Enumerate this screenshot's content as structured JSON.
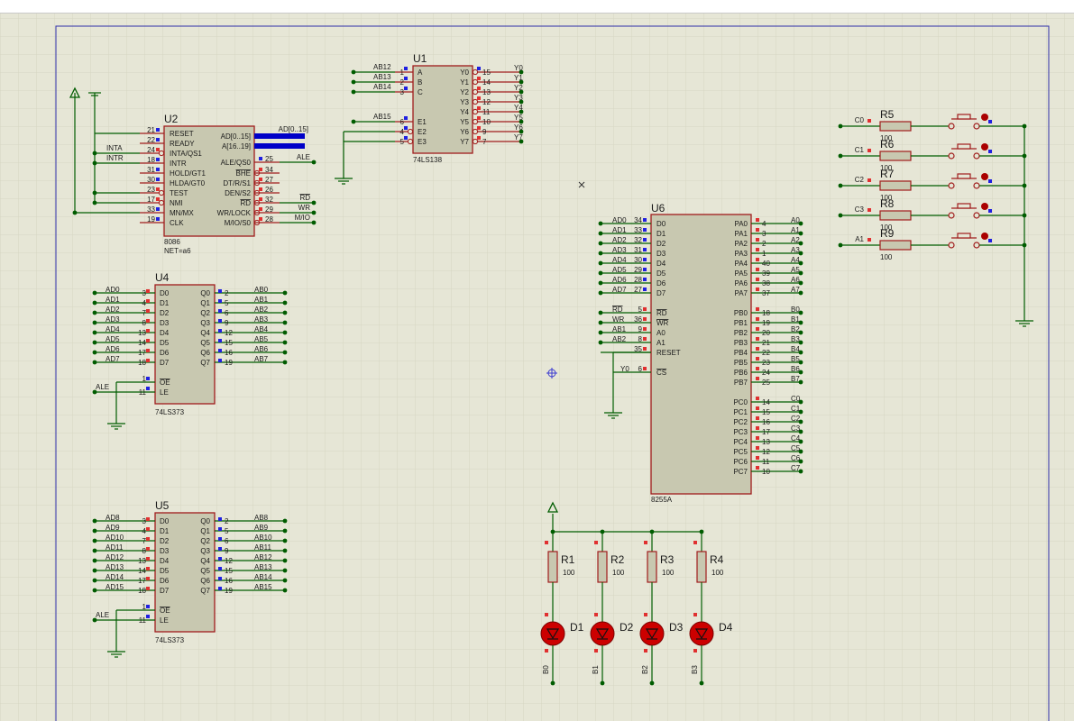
{
  "colors": {
    "background": "#e6e6d6",
    "grid": "#d4d4c0",
    "sheet_border": "#2f2fa8",
    "wire": "#005c00",
    "component_body": "#c8c8b0",
    "component_border": "#a01c1c",
    "bus": "#0000c8",
    "pin_red": "#e03030",
    "pin_blue": "#2020e0",
    "led": "#cc0000"
  },
  "icons": {
    "power": "power-terminal-icon",
    "ground": "ground-terminal-icon",
    "cursor": "cursor-marker-icon",
    "origin": "origin-marker-icon"
  },
  "u2": {
    "ref": "U2",
    "type": "8086",
    "net": "NET=a6",
    "left_pins": [
      {
        "num": "21",
        "name": "RESET",
        "net": ""
      },
      {
        "num": "22",
        "name": "READY",
        "net": ""
      },
      {
        "num": "24",
        "name": "INTA/QS1",
        "net": "INTA"
      },
      {
        "num": "18",
        "name": "INTR",
        "net": "INTR"
      },
      {
        "num": "31",
        "name": "HOLD/GT1",
        "net": ""
      },
      {
        "num": "30",
        "name": "HLDA/GT0",
        "net": ""
      },
      {
        "num": "23",
        "name": "TEST",
        "net": ""
      },
      {
        "num": "17",
        "name": "NMI",
        "net": ""
      },
      {
        "num": "33",
        "name": "MN/MX",
        "net": ""
      },
      {
        "num": "19",
        "name": "CLK",
        "net": ""
      }
    ],
    "right_pins": [
      {
        "num": "",
        "name": "AD[0..15]",
        "net": "AD[0..15]"
      },
      {
        "num": "",
        "name": "A[16..19]",
        "net": ""
      },
      {
        "num": "25",
        "name": "ALE/QS0",
        "net": "ALE"
      },
      {
        "num": "34",
        "name": "BHE",
        "net": ""
      },
      {
        "num": "27",
        "name": "DT/R/S1",
        "net": ""
      },
      {
        "num": "26",
        "name": "DEN/S2",
        "net": ""
      },
      {
        "num": "32",
        "name": "RD",
        "net": "RD"
      },
      {
        "num": "29",
        "name": "WR/LOCK",
        "net": "WR"
      },
      {
        "num": "28",
        "name": "M/IO/S0",
        "net": "M/IO"
      }
    ]
  },
  "u1": {
    "ref": "U1",
    "type": "74LS138",
    "left_pins": [
      {
        "num": "1",
        "name": "A",
        "net": "AB12"
      },
      {
        "num": "2",
        "name": "B",
        "net": "AB13"
      },
      {
        "num": "3",
        "name": "C",
        "net": "AB14"
      },
      {
        "num": "6",
        "name": "E1",
        "net": "AB15"
      },
      {
        "num": "4",
        "name": "E2",
        "net": ""
      },
      {
        "num": "5",
        "name": "E3",
        "net": ""
      }
    ],
    "right_pins": [
      {
        "num": "15",
        "name": "Y0",
        "net": "Y0"
      },
      {
        "num": "14",
        "name": "Y1",
        "net": "Y1"
      },
      {
        "num": "13",
        "name": "Y2",
        "net": "Y2"
      },
      {
        "num": "12",
        "name": "Y3",
        "net": "Y3"
      },
      {
        "num": "11",
        "name": "Y4",
        "net": "Y4"
      },
      {
        "num": "10",
        "name": "Y5",
        "net": "Y5"
      },
      {
        "num": "9",
        "name": "Y6",
        "net": "Y6"
      },
      {
        "num": "7",
        "name": "Y7",
        "net": "Y7"
      }
    ]
  },
  "u4": {
    "ref": "U4",
    "type": "74LS373",
    "data_pins": [
      {
        "in_net": "AD0",
        "in_num": "3",
        "in_name": "D0",
        "out_name": "Q0",
        "out_num": "2",
        "out_net": "AB0"
      },
      {
        "in_net": "AD1",
        "in_num": "4",
        "in_name": "D1",
        "out_name": "Q1",
        "out_num": "5",
        "out_net": "AB1"
      },
      {
        "in_net": "AD2",
        "in_num": "7",
        "in_name": "D2",
        "out_name": "Q2",
        "out_num": "6",
        "out_net": "AB2"
      },
      {
        "in_net": "AD3",
        "in_num": "8",
        "in_name": "D3",
        "out_name": "Q3",
        "out_num": "9",
        "out_net": "AB3"
      },
      {
        "in_net": "AD4",
        "in_num": "13",
        "in_name": "D4",
        "out_name": "Q4",
        "out_num": "12",
        "out_net": "AB4"
      },
      {
        "in_net": "AD5",
        "in_num": "14",
        "in_name": "D5",
        "out_name": "Q5",
        "out_num": "15",
        "out_net": "AB5"
      },
      {
        "in_net": "AD6",
        "in_num": "17",
        "in_name": "D6",
        "out_name": "Q6",
        "out_num": "16",
        "out_net": "AB6"
      },
      {
        "in_net": "AD7",
        "in_num": "18",
        "in_name": "D7",
        "out_name": "Q7",
        "out_num": "19",
        "out_net": "AB7"
      }
    ],
    "ctrl_pins": [
      {
        "num": "1",
        "name": "OE",
        "net": ""
      },
      {
        "num": "11",
        "name": "LE",
        "net": "ALE"
      }
    ]
  },
  "u5": {
    "ref": "U5",
    "type": "74LS373",
    "data_pins": [
      {
        "in_net": "AD8",
        "in_num": "3",
        "in_name": "D0",
        "out_name": "Q0",
        "out_num": "2",
        "out_net": "AB8"
      },
      {
        "in_net": "AD9",
        "in_num": "4",
        "in_name": "D1",
        "out_name": "Q1",
        "out_num": "5",
        "out_net": "AB9"
      },
      {
        "in_net": "AD10",
        "in_num": "7",
        "in_name": "D2",
        "out_name": "Q2",
        "out_num": "6",
        "out_net": "AB10"
      },
      {
        "in_net": "AD11",
        "in_num": "8",
        "in_name": "D3",
        "out_name": "Q3",
        "out_num": "9",
        "out_net": "AB11"
      },
      {
        "in_net": "AD12",
        "in_num": "13",
        "in_name": "D4",
        "out_name": "Q4",
        "out_num": "12",
        "out_net": "AB12"
      },
      {
        "in_net": "AD13",
        "in_num": "14",
        "in_name": "D5",
        "out_name": "Q5",
        "out_num": "15",
        "out_net": "AB13"
      },
      {
        "in_net": "AD14",
        "in_num": "17",
        "in_name": "D6",
        "out_name": "Q6",
        "out_num": "16",
        "out_net": "AB14"
      },
      {
        "in_net": "AD15",
        "in_num": "18",
        "in_name": "D7",
        "out_name": "Q7",
        "out_num": "19",
        "out_net": "AB15"
      }
    ],
    "ctrl_pins": [
      {
        "num": "1",
        "name": "OE",
        "net": ""
      },
      {
        "num": "11",
        "name": "LE",
        "net": "ALE"
      }
    ]
  },
  "u6": {
    "ref": "U6",
    "type": "8255A",
    "data_pins": [
      {
        "num": "34",
        "name": "D0",
        "net": "AD0"
      },
      {
        "num": "33",
        "name": "D1",
        "net": "AD1"
      },
      {
        "num": "32",
        "name": "D2",
        "net": "AD2"
      },
      {
        "num": "31",
        "name": "D3",
        "net": "AD3"
      },
      {
        "num": "30",
        "name": "D4",
        "net": "AD4"
      },
      {
        "num": "29",
        "name": "D5",
        "net": "AD5"
      },
      {
        "num": "28",
        "name": "D6",
        "net": "AD6"
      },
      {
        "num": "27",
        "name": "D7",
        "net": "AD7"
      }
    ],
    "ctrl_pins": [
      {
        "num": "5",
        "name": "RD",
        "net": "RD"
      },
      {
        "num": "36",
        "name": "WR",
        "net": "WR"
      },
      {
        "num": "9",
        "name": "A0",
        "net": "AB1"
      },
      {
        "num": "8",
        "name": "A1",
        "net": "AB2"
      },
      {
        "num": "35",
        "name": "RESET",
        "net": ""
      },
      {
        "num": "6",
        "name": "CS",
        "net": "Y0"
      }
    ],
    "pa_pins": [
      {
        "num": "4",
        "name": "PA0",
        "net": "A0"
      },
      {
        "num": "3",
        "name": "PA1",
        "net": "A1"
      },
      {
        "num": "2",
        "name": "PA2",
        "net": "A2"
      },
      {
        "num": "1",
        "name": "PA3",
        "net": "A3"
      },
      {
        "num": "40",
        "name": "PA4",
        "net": "A4"
      },
      {
        "num": "39",
        "name": "PA5",
        "net": "A5"
      },
      {
        "num": "38",
        "name": "PA6",
        "net": "A6"
      },
      {
        "num": "37",
        "name": "PA7",
        "net": "A7"
      }
    ],
    "pb_pins": [
      {
        "num": "18",
        "name": "PB0",
        "net": "B0"
      },
      {
        "num": "19",
        "name": "PB1",
        "net": "B1"
      },
      {
        "num": "20",
        "name": "PB2",
        "net": "B2"
      },
      {
        "num": "21",
        "name": "PB3",
        "net": "B3"
      },
      {
        "num": "22",
        "name": "PB4",
        "net": "B4"
      },
      {
        "num": "23",
        "name": "PB5",
        "net": "B5"
      },
      {
        "num": "24",
        "name": "PB6",
        "net": "B6"
      },
      {
        "num": "25",
        "name": "PB7",
        "net": "B7"
      }
    ],
    "pc_pins": [
      {
        "num": "14",
        "name": "PC0",
        "net": "C0"
      },
      {
        "num": "15",
        "name": "PC1",
        "net": "C1"
      },
      {
        "num": "16",
        "name": "PC2",
        "net": "C2"
      },
      {
        "num": "17",
        "name": "PC3",
        "net": "C3"
      },
      {
        "num": "13",
        "name": "PC4",
        "net": "C4"
      },
      {
        "num": "12",
        "name": "PC5",
        "net": "C5"
      },
      {
        "num": "11",
        "name": "PC6",
        "net": "C6"
      },
      {
        "num": "10",
        "name": "PC7",
        "net": "C7"
      }
    ]
  },
  "switches": [
    {
      "ref": "R5",
      "value": "100",
      "net": "C0"
    },
    {
      "ref": "R6",
      "value": "100",
      "net": "C1"
    },
    {
      "ref": "R7",
      "value": "100",
      "net": "C2"
    },
    {
      "ref": "R8",
      "value": "100",
      "net": "C3"
    },
    {
      "ref": "R9",
      "value": "100",
      "net": "A1"
    }
  ],
  "leds": [
    {
      "res_ref": "R1",
      "res_value": "100",
      "led_ref": "D1",
      "net": "B0"
    },
    {
      "res_ref": "R2",
      "res_value": "100",
      "led_ref": "D2",
      "net": "B1"
    },
    {
      "res_ref": "R3",
      "res_value": "100",
      "led_ref": "D3",
      "net": "B2"
    },
    {
      "res_ref": "R4",
      "res_value": "100",
      "led_ref": "D4",
      "net": "B3"
    }
  ]
}
